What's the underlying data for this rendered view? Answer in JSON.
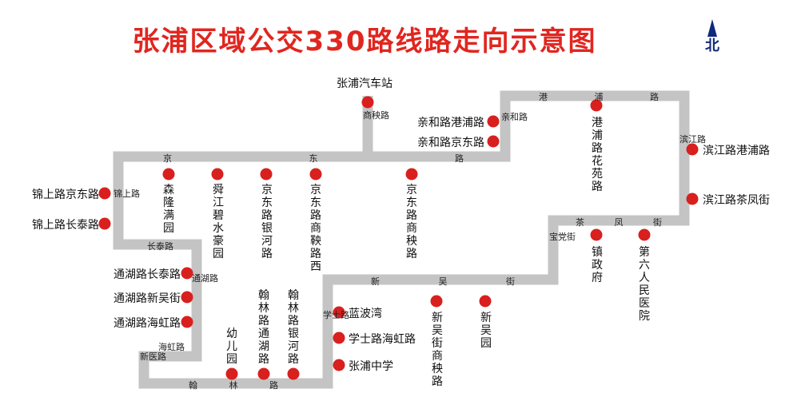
{
  "title": "张浦区域公交330路线路走向示意图",
  "compass": {
    "label": "北",
    "icon": "north-arrow-icon"
  },
  "colors": {
    "title": "#e0261f",
    "route": "#c4c4c4",
    "stop": "#d8201e",
    "compass": "#0e2a7a"
  },
  "roads": {
    "gang_pu_lu": "港浦路",
    "bin_jiang_lu": "滨江路",
    "cha_feng_jie": "茶凤街",
    "bao_dang_jie": "宝党街",
    "xin_wu_jie": "新吴街",
    "xue_shi_lu": "学士路",
    "han_lin_lu": "翰林路",
    "xin_yi_lu": "新医路",
    "hai_hong_lu": "海虹路",
    "tong_hu_lu": "通湖路",
    "chang_tai_lu": "长泰路",
    "jin_shang_lu": "锦上路",
    "jing_dong_lu": "京东路",
    "shang_yang_lu": "商秧路",
    "qin_he_lu": "亲和路"
  },
  "stops": [
    "张浦汽车站",
    "亲和路港浦路",
    "亲和路京东路",
    "港浦路花苑路",
    "滨江路港浦路",
    "滨江路茶凤街",
    "镇政府",
    "第六人民医院",
    "锦上路京东路",
    "锦上路长泰路",
    "森隆满园",
    "舜江碧水豪园",
    "京东路银河路",
    "京东路商鞅路西",
    "京东路商秧路",
    "通湖路长泰路",
    "通湖路新吴街",
    "通湖路海虹路",
    "幼儿园",
    "翰林路通湖路",
    "翰林路银河路",
    "蓝波湾",
    "学士路海虹路",
    "张浦中学",
    "新吴街商秧路",
    "新吴园"
  ]
}
